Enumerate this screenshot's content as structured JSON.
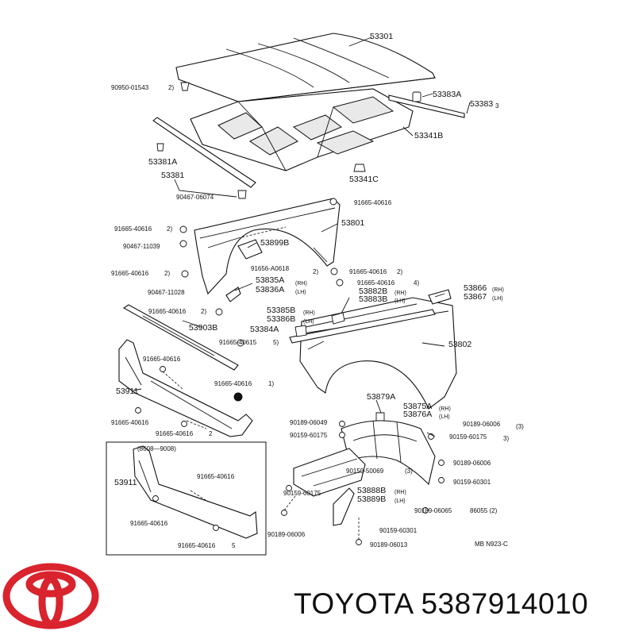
{
  "brand": {
    "name": "TOYOTA",
    "part_number": "5387914010",
    "logo_color": "#d9232d"
  },
  "diagram": {
    "callouts": [
      {
        "text": "53301",
        "sub": ""
      },
      {
        "text": "90950-01543",
        "sub": ""
      },
      {
        "text": "2)",
        "sub": ""
      },
      {
        "text": "53383A",
        "sub": ""
      },
      {
        "text": "53383",
        "sub": "3"
      },
      {
        "text": "53341B",
        "sub": ""
      },
      {
        "text": "53381A",
        "sub": ""
      },
      {
        "text": "53381",
        "sub": ""
      },
      {
        "text": "53341C",
        "sub": ""
      },
      {
        "text": "90467-06074",
        "sub": ""
      },
      {
        "text": "91665-40616",
        "sub": ""
      },
      {
        "text": "53801",
        "sub": ""
      },
      {
        "text": "91665-40616",
        "sub": ""
      },
      {
        "text": "2)",
        "sub": ""
      },
      {
        "text": "90467-11039",
        "sub": ""
      },
      {
        "text": "53899B",
        "sub": ""
      },
      {
        "text": "91656-A0618",
        "sub": ""
      },
      {
        "text": "91665-40616",
        "sub": ""
      },
      {
        "text": "2)",
        "sub": ""
      },
      {
        "text": "53835A",
        "sub": "(RH)"
      },
      {
        "text": "53836A",
        "sub": "(LH)"
      },
      {
        "text": "2)",
        "sub": ""
      },
      {
        "text": "91665-40616",
        "sub": ""
      },
      {
        "text": "2)",
        "sub": ""
      },
      {
        "text": "91665-40616",
        "sub": ""
      },
      {
        "text": "4)",
        "sub": ""
      },
      {
        "text": "53882B",
        "sub": "(RH)"
      },
      {
        "text": "53883B",
        "sub": "(LH)"
      },
      {
        "text": "53866",
        "sub": "(RH)"
      },
      {
        "text": "53867",
        "sub": "(LH)"
      },
      {
        "text": "90467-11028",
        "sub": ""
      },
      {
        "text": "91665-40616",
        "sub": ""
      },
      {
        "text": "2)",
        "sub": ""
      },
      {
        "text": "53385B",
        "sub": "(RH)"
      },
      {
        "text": "53386B",
        "sub": "(LH)"
      },
      {
        "text": "53903B",
        "sub": ""
      },
      {
        "text": "53384A",
        "sub": ""
      },
      {
        "text": "91665-40615",
        "sub": ""
      },
      {
        "text": "5)",
        "sub": ""
      },
      {
        "text": "53802",
        "sub": ""
      },
      {
        "text": "91665-40616",
        "sub": ""
      },
      {
        "text": "91665-40616",
        "sub": ""
      },
      {
        "text": "1)",
        "sub": ""
      },
      {
        "text": "53911",
        "sub": ""
      },
      {
        "text": "53879A",
        "sub": ""
      },
      {
        "text": "53875A",
        "sub": "(RH)"
      },
      {
        "text": "53876A",
        "sub": "(LH)"
      },
      {
        "text": "91665-40616",
        "sub": ""
      },
      {
        "text": "91665-40616",
        "sub": ""
      },
      {
        "text": "2",
        "sub": ""
      },
      {
        "text": "90189-06049",
        "sub": ""
      },
      {
        "text": "90159-60175",
        "sub": ""
      },
      {
        "text": "90189-06006",
        "sub": ""
      },
      {
        "text": "(3)",
        "sub": ""
      },
      {
        "text": "90159-60175",
        "sub": ""
      },
      {
        "text": "3)",
        "sub": ""
      },
      {
        "text": "(8608—9008)",
        "sub": ""
      },
      {
        "text": "90189-06006",
        "sub": ""
      },
      {
        "text": "90159-50069",
        "sub": ""
      },
      {
        "text": "(3)",
        "sub": ""
      },
      {
        "text": "53911",
        "sub": ""
      },
      {
        "text": "91665-40616",
        "sub": ""
      },
      {
        "text": "90159-60301",
        "sub": ""
      },
      {
        "text": "90159-60175",
        "sub": ""
      },
      {
        "text": "53888B",
        "sub": "(RH)"
      },
      {
        "text": "53889B",
        "sub": "(LH)"
      },
      {
        "text": "90189-06065",
        "sub": ""
      },
      {
        "text": "86055 (2)",
        "sub": ""
      },
      {
        "text": "91665-40616",
        "sub": ""
      },
      {
        "text": "90189-06006",
        "sub": ""
      },
      {
        "text": "90159-60301",
        "sub": ""
      },
      {
        "text": "90189-06013",
        "sub": ""
      },
      {
        "text": "91665-40616",
        "sub": ""
      },
      {
        "text": "5",
        "sub": ""
      },
      {
        "text": "MB N923-C",
        "sub": ""
      }
    ]
  }
}
